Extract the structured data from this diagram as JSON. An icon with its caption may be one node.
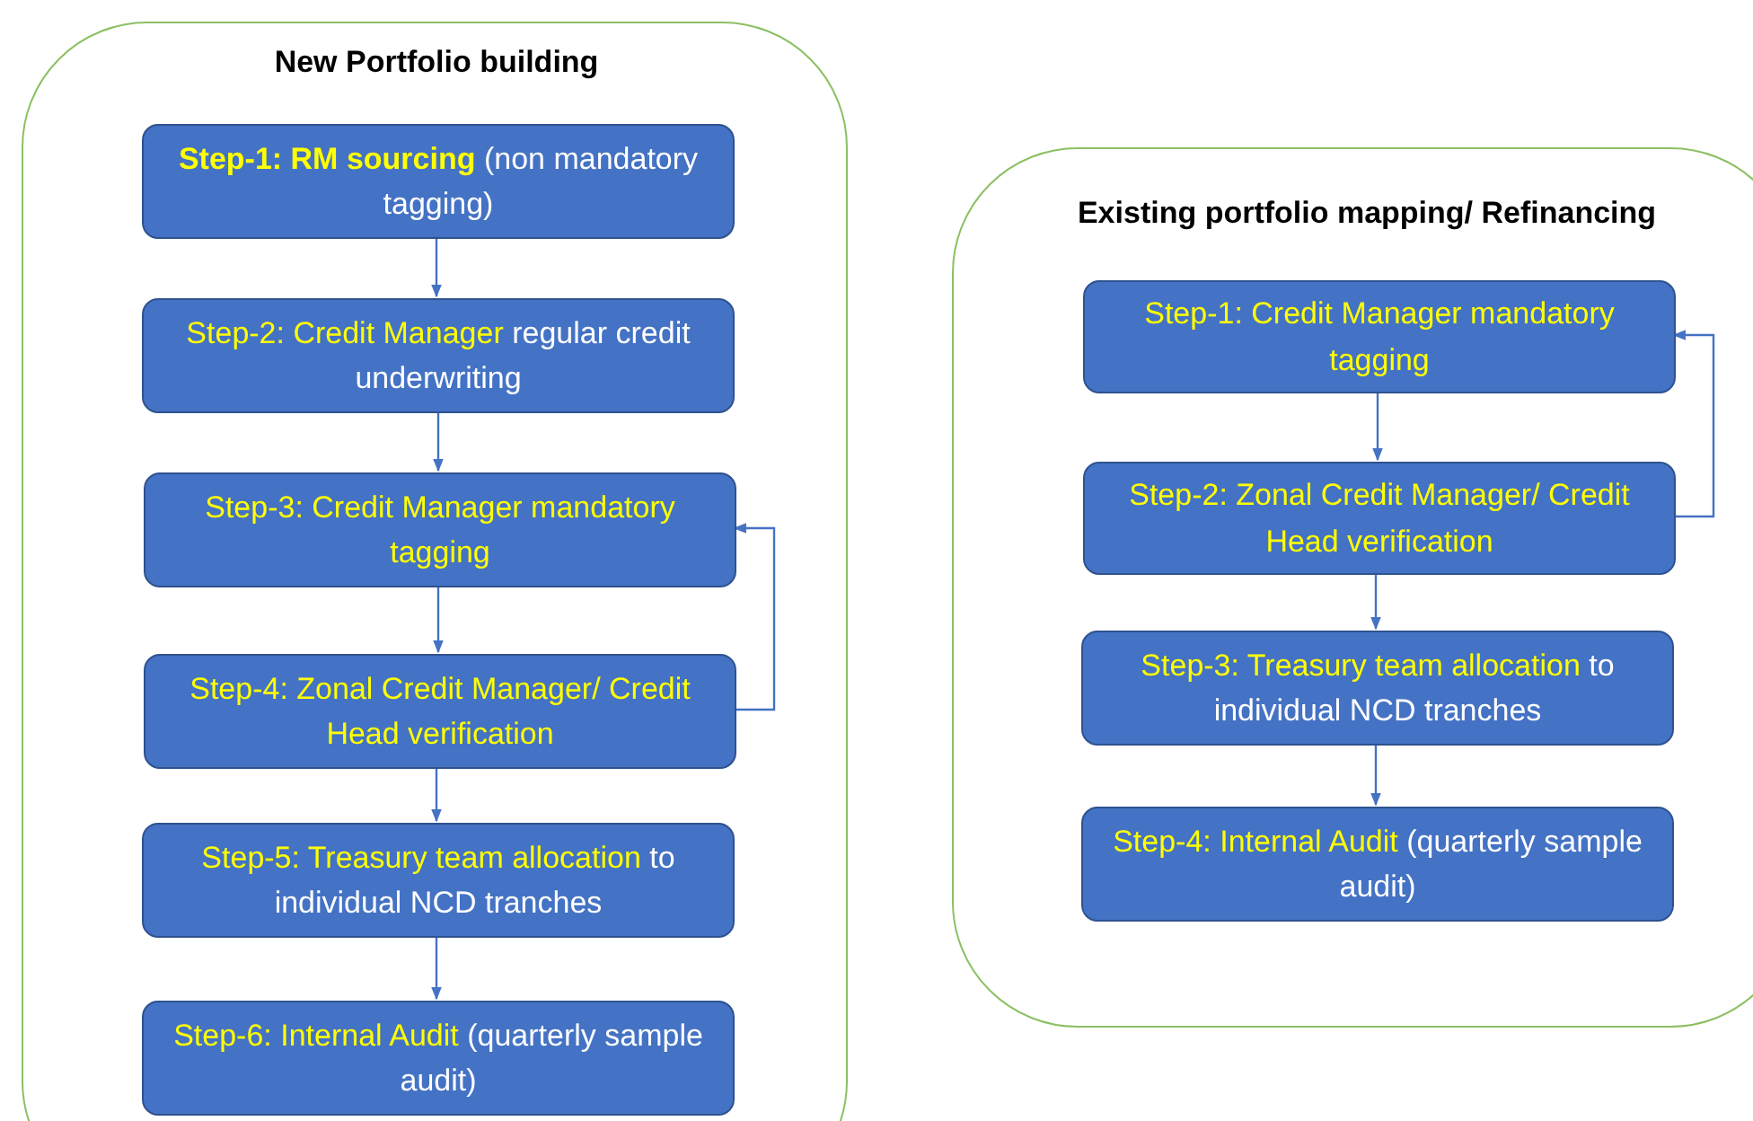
{
  "diagram": {
    "nodes": [
      {
        "text": [
          "New Portfolio building"
        ]
      },
      {
        "text": [
          "**Step-1: RM sourcing**",
          "(non mandatory tagging)"
        ],
        "in": 0
      },
      {
        "text": [
          "Step-2: Credit Manager",
          "regular credit underwriting"
        ],
        "in": 0
      },
      {
        "text": [
          "Step-3: Credit Manager mandatory tagging"
        ],
        "in": 0
      },
      {
        "text": [
          "Step-4: Zonal Credit Manager/ Credit Head verification"
        ],
        "in": 0
      },
      {
        "text": [
          "Step-5: Treasury team allocation",
          "to individual NCD tranches"
        ],
        "in": 0
      },
      {
        "text": [
          "Step-6: Internal Audit",
          "(quarterly sample audit)"
        ],
        "in": 0
      },
      {
        "text": [
          "Existing portfolio mapping/ Refinancing"
        ]
      },
      {
        "text": [
          "Step-1: Credit Manager mandatory tagging"
        ],
        "in": 7
      },
      {
        "text": [
          "Step-2: Zonal Credit Manager/ Credit Head verification"
        ],
        "in": 7
      },
      {
        "text": [
          "Step-3: Treasury team allocation",
          "to individual NCD tranches"
        ],
        "in": 7
      },
      {
        "text": [
          "Step-4: Internal Audit",
          "(quarterly sample audit)"
        ],
        "in": 7
      }
    ],
    "edges": [
      {
        "from": 1,
        "to": 2,
        "arrow": "to"
      },
      {
        "from": 2,
        "to": 3,
        "arrow": "to"
      },
      {
        "from": 3,
        "to": 4,
        "arrow": "to"
      },
      {
        "from": 4,
        "to": 3,
        "arrow": "to"
      },
      {
        "from": 4,
        "to": 5,
        "arrow": "to"
      },
      {
        "from": 5,
        "to": 6,
        "arrow": "to"
      },
      {
        "from": 8,
        "to": 9,
        "arrow": "to"
      },
      {
        "from": 9,
        "to": 8,
        "arrow": "to"
      },
      {
        "from": 9,
        "to": 10,
        "arrow": "to"
      },
      {
        "from": 10,
        "to": 11,
        "arrow": "to"
      }
    ]
  }
}
